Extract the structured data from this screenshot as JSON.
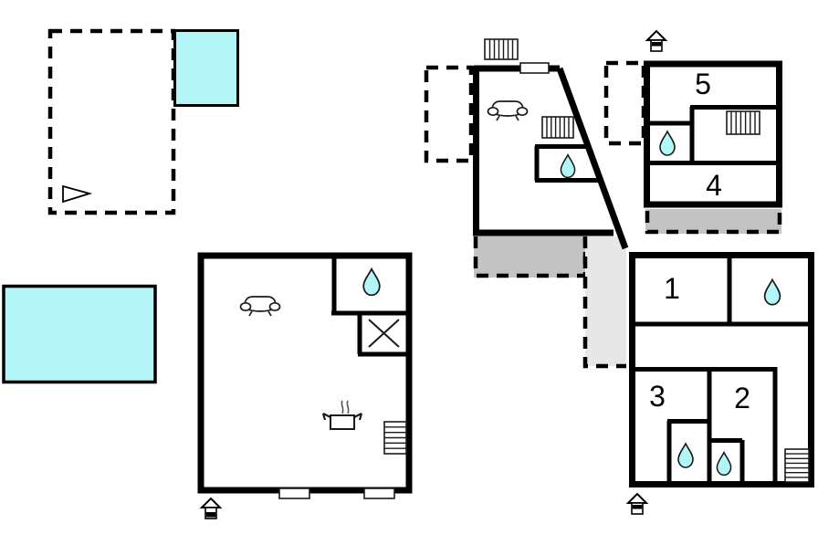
{
  "page": {
    "type": "vacation-home-floor-plan",
    "background": "#ffffff"
  },
  "colors": {
    "wall": "#000000",
    "water": "#b3f6f7",
    "terrace": "#c3c3c3",
    "path_area": "#e7e7e7",
    "icon_fill": "#ffffff"
  },
  "rooms": {
    "room1": {
      "label": "1"
    },
    "room2": {
      "label": "2"
    },
    "room3": {
      "label": "3"
    },
    "room4": {
      "label": "4"
    },
    "room5": {
      "label": "5"
    }
  },
  "icons": {
    "droplet": "water/bathroom droplet",
    "radiator": "heater grille",
    "sofa": "sofa seat",
    "pot": "cooking pot with steam",
    "house": "entrance marker",
    "arrow": "direction triangle",
    "window": "window opening"
  }
}
